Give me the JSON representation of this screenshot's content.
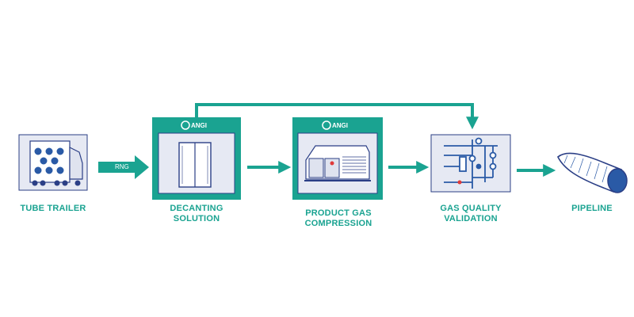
{
  "colors": {
    "teal": "#1aa391",
    "panel": "#e6e9f3",
    "outline": "#2b3f86",
    "pipe": "#2a5aa6",
    "valve": "#e03a3a"
  },
  "flow_label": "RNG",
  "brand": "ANGI",
  "steps": [
    {
      "label_line1": "TUBE TRAILER",
      "label_line2": "",
      "icon": "tube-trailer-icon"
    },
    {
      "label_line1": "DECANTING",
      "label_line2": "SOLUTION",
      "icon": "decanting-cabinet-icon"
    },
    {
      "label_line1": "PRODUCT GAS",
      "label_line2": "COMPRESSION",
      "icon": "compressor-icon"
    },
    {
      "label_line1": "GAS QUALITY",
      "label_line2": "VALIDATION",
      "icon": "gas-quality-schematic-icon"
    },
    {
      "label_line1": "PIPELINE",
      "label_line2": "",
      "icon": "pipeline-icon"
    }
  ]
}
